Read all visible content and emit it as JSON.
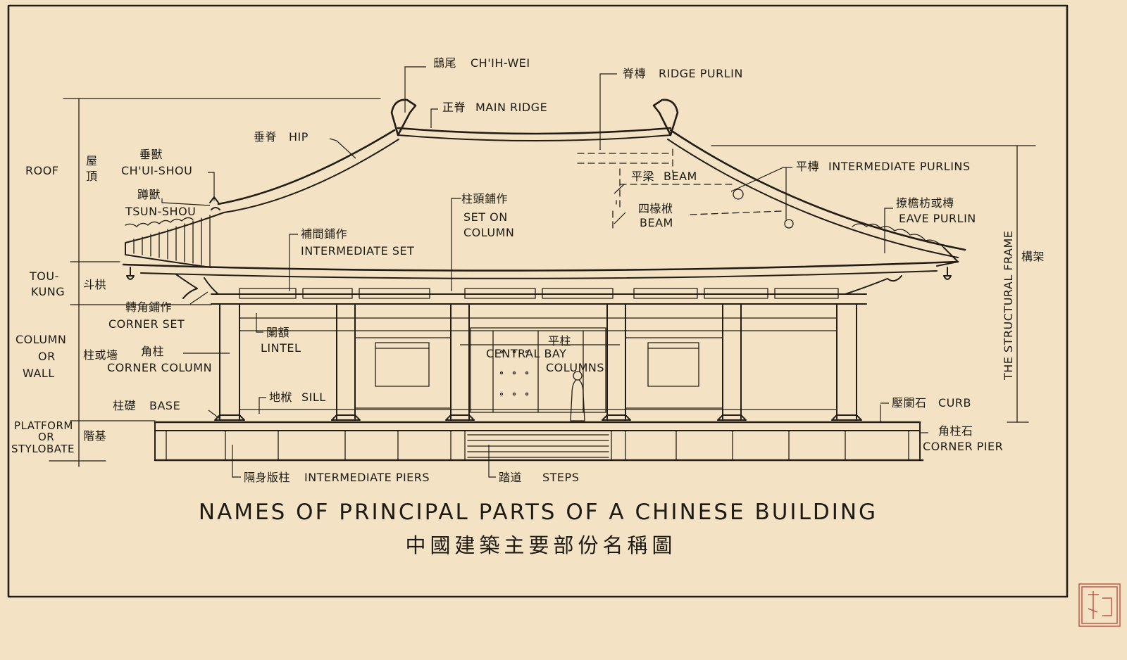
{
  "title": "NAMES OF PRINCIPAL PARTS OF A CHINESE BUILDING",
  "title_cn": "中國建築主要部份名稱圖",
  "side_labels": {
    "roof": {
      "en": "ROOF",
      "cn": "屋頂"
    },
    "toukung": {
      "en_1": "TOU-",
      "en_2": "KUNG",
      "cn": "斗栱"
    },
    "column": {
      "en_1": "COLUMN",
      "en_2": "OR",
      "en_3": "WALL",
      "cn": "柱或墻"
    },
    "platform": {
      "en_1": "PLATFORM",
      "en_2": "OR",
      "en_3": "STYLOBATE",
      "cn": "階基"
    }
  },
  "right_label": {
    "en": "THE STRUCTURAL FRAME",
    "cn": "構架"
  },
  "parts": {
    "chih_wei": {
      "cn": "鴟尾",
      "en": "CH'IH-WEI"
    },
    "main_ridge": {
      "cn": "正脊",
      "en": "MAIN RIDGE"
    },
    "ridge_purlin": {
      "cn": "脊槫",
      "en": "RIDGE PURLIN"
    },
    "hip": {
      "cn": "垂脊",
      "en": "HIP"
    },
    "chui_shou": {
      "cn": "垂獸",
      "en": "CH'UI-SHOU"
    },
    "tsun_shou": {
      "cn": "蹲獸",
      "en": "TSUN-SHOU"
    },
    "ping_liang": {
      "cn": "平梁",
      "en": "BEAM"
    },
    "intermediate_purlins": {
      "cn": "平槫",
      "en": "INTERMEDIATE PURLINS"
    },
    "ssu_chuan": {
      "cn": "四椽栿",
      "en": "BEAM"
    },
    "eave_purlin": {
      "cn": "撩檐枋或槫",
      "en": "EAVE PURLIN"
    },
    "intermediate_set": {
      "cn": "補間鋪作",
      "en": "INTERMEDIATE SET"
    },
    "set_on_column": {
      "cn": "柱頭鋪作",
      "en_1": "SET ON",
      "en_2": "COLUMN"
    },
    "corner_set": {
      "cn": "轉角鋪作",
      "en": "CORNER SET"
    },
    "lintel": {
      "cn": "闌額",
      "en": "LINTEL"
    },
    "central_bay": {
      "cn": "平柱",
      "en_1": "CENTRAL BAY",
      "en_2": "COLUMNS"
    },
    "corner_column": {
      "cn": "角柱",
      "en": "CORNER COLUMN"
    },
    "base": {
      "cn": "柱礎",
      "en": "BASE"
    },
    "sill": {
      "cn": "地栿",
      "en": "SILL"
    },
    "curb": {
      "cn": "壓闌石",
      "en": "CURB"
    },
    "corner_pier": {
      "cn": "角柱石",
      "en": "CORNER PIER"
    },
    "intermediate_piers": {
      "cn": "隔身版柱",
      "en": "INTERMEDIATE PIERS"
    },
    "steps": {
      "cn": "踏道",
      "en": "STEPS"
    }
  },
  "colors": {
    "paper": "#f3e3c4",
    "ink": "#231d16",
    "seal": "#c0584b"
  }
}
